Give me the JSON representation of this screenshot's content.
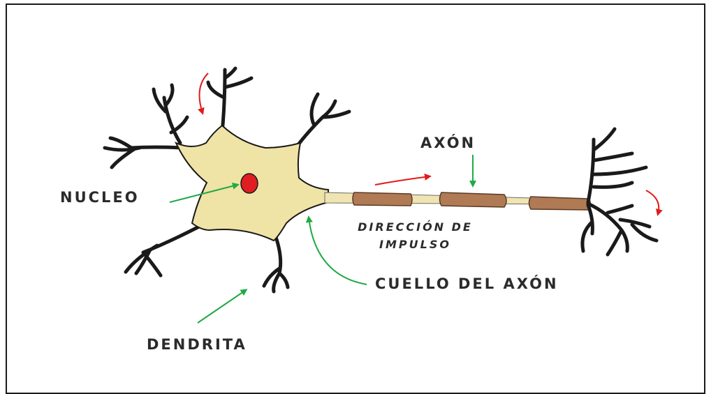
{
  "labels": {
    "nucleo": "NUCLEO",
    "axon": "AXÓN",
    "direccion_line1": "DIRECCIÓN DE",
    "direccion_line2": "IMPULSO",
    "cuello": "CUELLO DEL AXÓN",
    "dendrita": "DENDRITA"
  },
  "colors": {
    "cell_body": "#efe3a6",
    "nucleus": "#e01e22",
    "myelin": "#b07a55",
    "axon_core": "#f0e4b0",
    "outline": "#1a1a1a",
    "pointer_arrow": "#1faa45",
    "impulse_arrow": "#e11b1b"
  }
}
